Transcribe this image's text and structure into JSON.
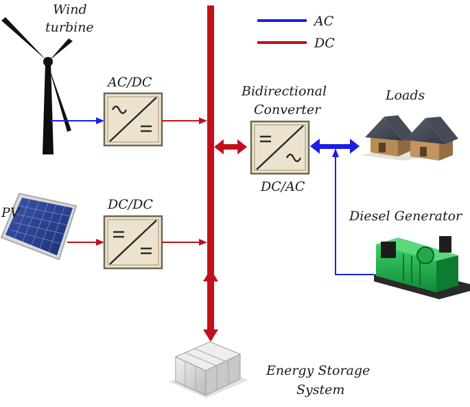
{
  "labels": {
    "wind_turbine_line1": "Wind",
    "wind_turbine_line2": "turbine",
    "pv": "PV",
    "acdc": "AC/DC",
    "dcdc": "DC/DC",
    "bidirectional_line1": "Bidirectional",
    "bidirectional_line2": "Converter",
    "dcac": "DC/AC",
    "loads": "Loads",
    "diesel_generator": "Diesel Generator",
    "ess_line1": "Energy Storage",
    "ess_line2": "System"
  },
  "legend": [
    {
      "label": "AC",
      "color": "#1a1ee6"
    },
    {
      "label": "DC",
      "color": "#c0111a"
    }
  ],
  "colors": {
    "ac_line": "#1a1ee6",
    "dc_line": "#c0111a",
    "converter_fill": "#ece3cf",
    "converter_border": "#6e6656"
  },
  "icons": {
    "wind": "wind-turbine-icon",
    "solar": "solar-panel-icon",
    "houses": "house-icon",
    "generator": "diesel-generator-icon",
    "battery": "battery-storage-icon"
  }
}
